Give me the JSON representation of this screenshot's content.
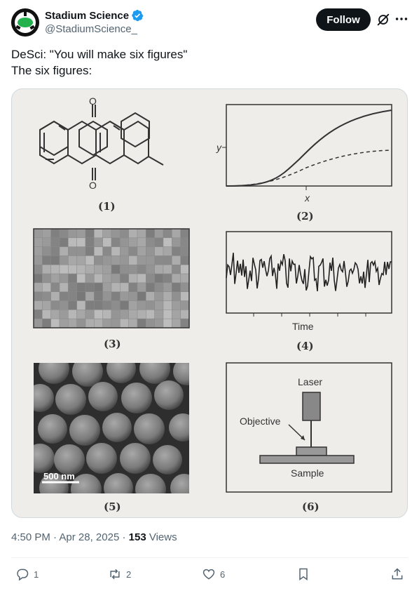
{
  "author": {
    "display_name": "Stadium Science",
    "handle": "@StadiumScience_",
    "verified": true,
    "avatar_icon": "stadium-logo-icon"
  },
  "header": {
    "follow_label": "Follow"
  },
  "post": {
    "lines": [
      "DeSci: \"You will make six figures\"",
      "The six figures:"
    ]
  },
  "figure": {
    "captions": [
      "(1)",
      "(2)",
      "(3)",
      "(4)",
      "(5)",
      "(6)"
    ],
    "plot2_xlabel": "x",
    "plot2_ylabel": "y",
    "plot4_xlabel": "Time",
    "scale_bar": "500 nm",
    "diagram_labels": {
      "laser": "Laser",
      "objective": "Objective",
      "sample": "Sample"
    }
  },
  "meta": {
    "time": "4:50 PM",
    "date": "Apr 28, 2025",
    "views_count": "153",
    "views_label": "Views"
  },
  "actions": {
    "replies": "1",
    "reposts": "2",
    "likes": "6"
  },
  "colors": {
    "accent": "#1d9bf0",
    "text": "#0f1419",
    "secondary": "#536471",
    "avatar_green": "#22b14c"
  }
}
